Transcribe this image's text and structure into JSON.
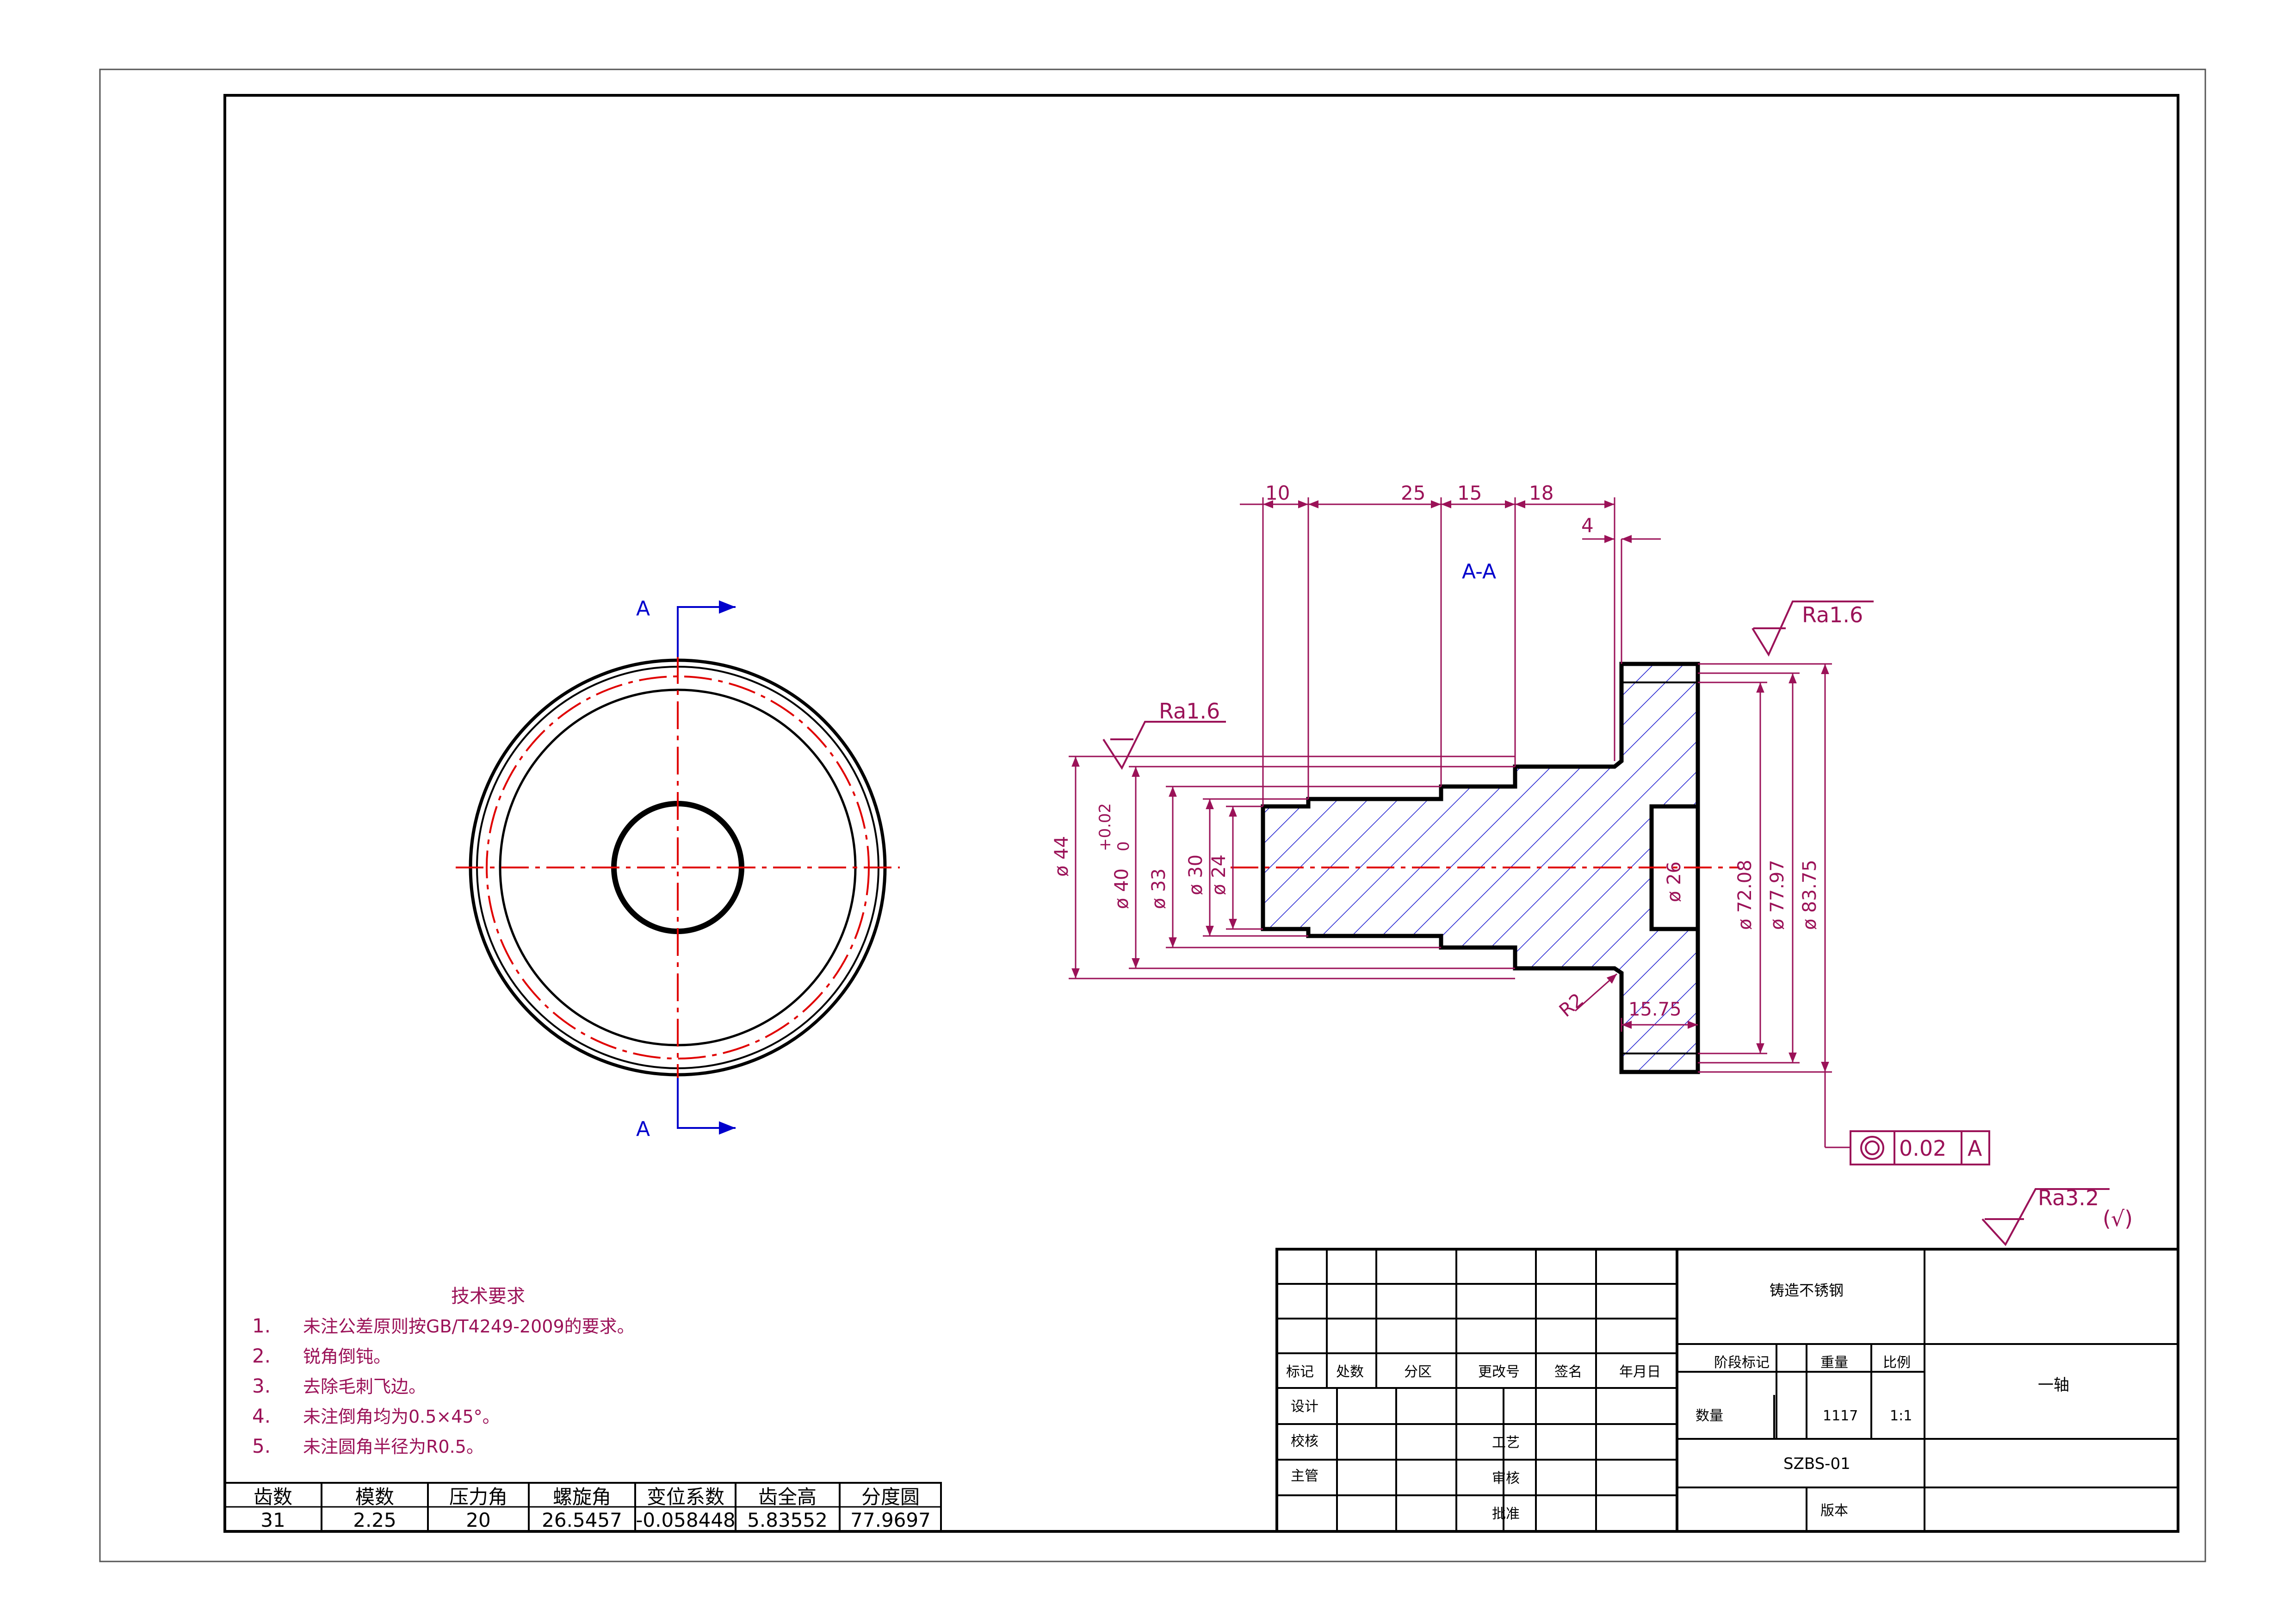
{
  "colors": {
    "line": "#000000",
    "dim": "#9b1258",
    "center": "#e00000",
    "section": "#0000cc",
    "hatch": "#2020d0",
    "note": "#9b1258",
    "tb_text": "#7a0a3c"
  },
  "front_view": {
    "cut_label_top": "A",
    "cut_label_bottom": "A"
  },
  "section_view": {
    "title": "A-A",
    "top_dims": [
      "10",
      "25",
      "15",
      "18",
      "4"
    ],
    "roughness_left": "Ra1.6",
    "roughness_right": "Ra1.6",
    "left_dims": [
      "ø 44",
      "ø 40",
      "+0.02",
      "0",
      "ø 33",
      "ø 30",
      "ø 24"
    ],
    "bore_dim": "ø 26",
    "right_dims": [
      "ø 72.08",
      "ø 77.97",
      "ø 83.75"
    ],
    "radius": "R2",
    "width_dim": "15.75",
    "tolerance": {
      "symbol": "◎",
      "value": "0.02",
      "datum": "A"
    }
  },
  "general_roughness": {
    "value": "Ra3.2",
    "suffix": "(√)"
  },
  "tech_requirements": {
    "title": "技术要求",
    "items": [
      {
        "num": "1.",
        "text": "未注公差原则按GB/T4249-2009的要求。"
      },
      {
        "num": "2.",
        "text": "锐角倒钝。"
      },
      {
        "num": "3.",
        "text": "去除毛刺飞边。"
      },
      {
        "num": "4.",
        "text": "未注倒角均为0.5×45°。"
      },
      {
        "num": "5.",
        "text": "未注圆角半径为R0.5。"
      }
    ]
  },
  "gear_table": {
    "headers": [
      "齿数",
      "模数",
      "压力角",
      "螺旋角",
      "变位系数",
      "齿全高",
      "分度圆"
    ],
    "values": [
      "31",
      "2.25",
      "20",
      "26.5457",
      "-0.058448",
      "5.83552",
      "77.9697"
    ]
  },
  "title_block": {
    "row_labels": [
      "标记",
      "处数",
      "分区",
      "更改号",
      "签名",
      "年月日"
    ],
    "left_labels": [
      "设计",
      "校核",
      "主管"
    ],
    "mid_labels": [
      "工艺",
      "审核",
      "批准"
    ],
    "material": "铸造不锈钢",
    "stage_label": "阶段标记",
    "weight_label": "重量",
    "scale_label": "比例",
    "qty_label": "数量",
    "weight": "1117",
    "scale": "1:1",
    "part_name": "一轴",
    "drawing_no": "SZBS-01",
    "version_label": "版本"
  }
}
